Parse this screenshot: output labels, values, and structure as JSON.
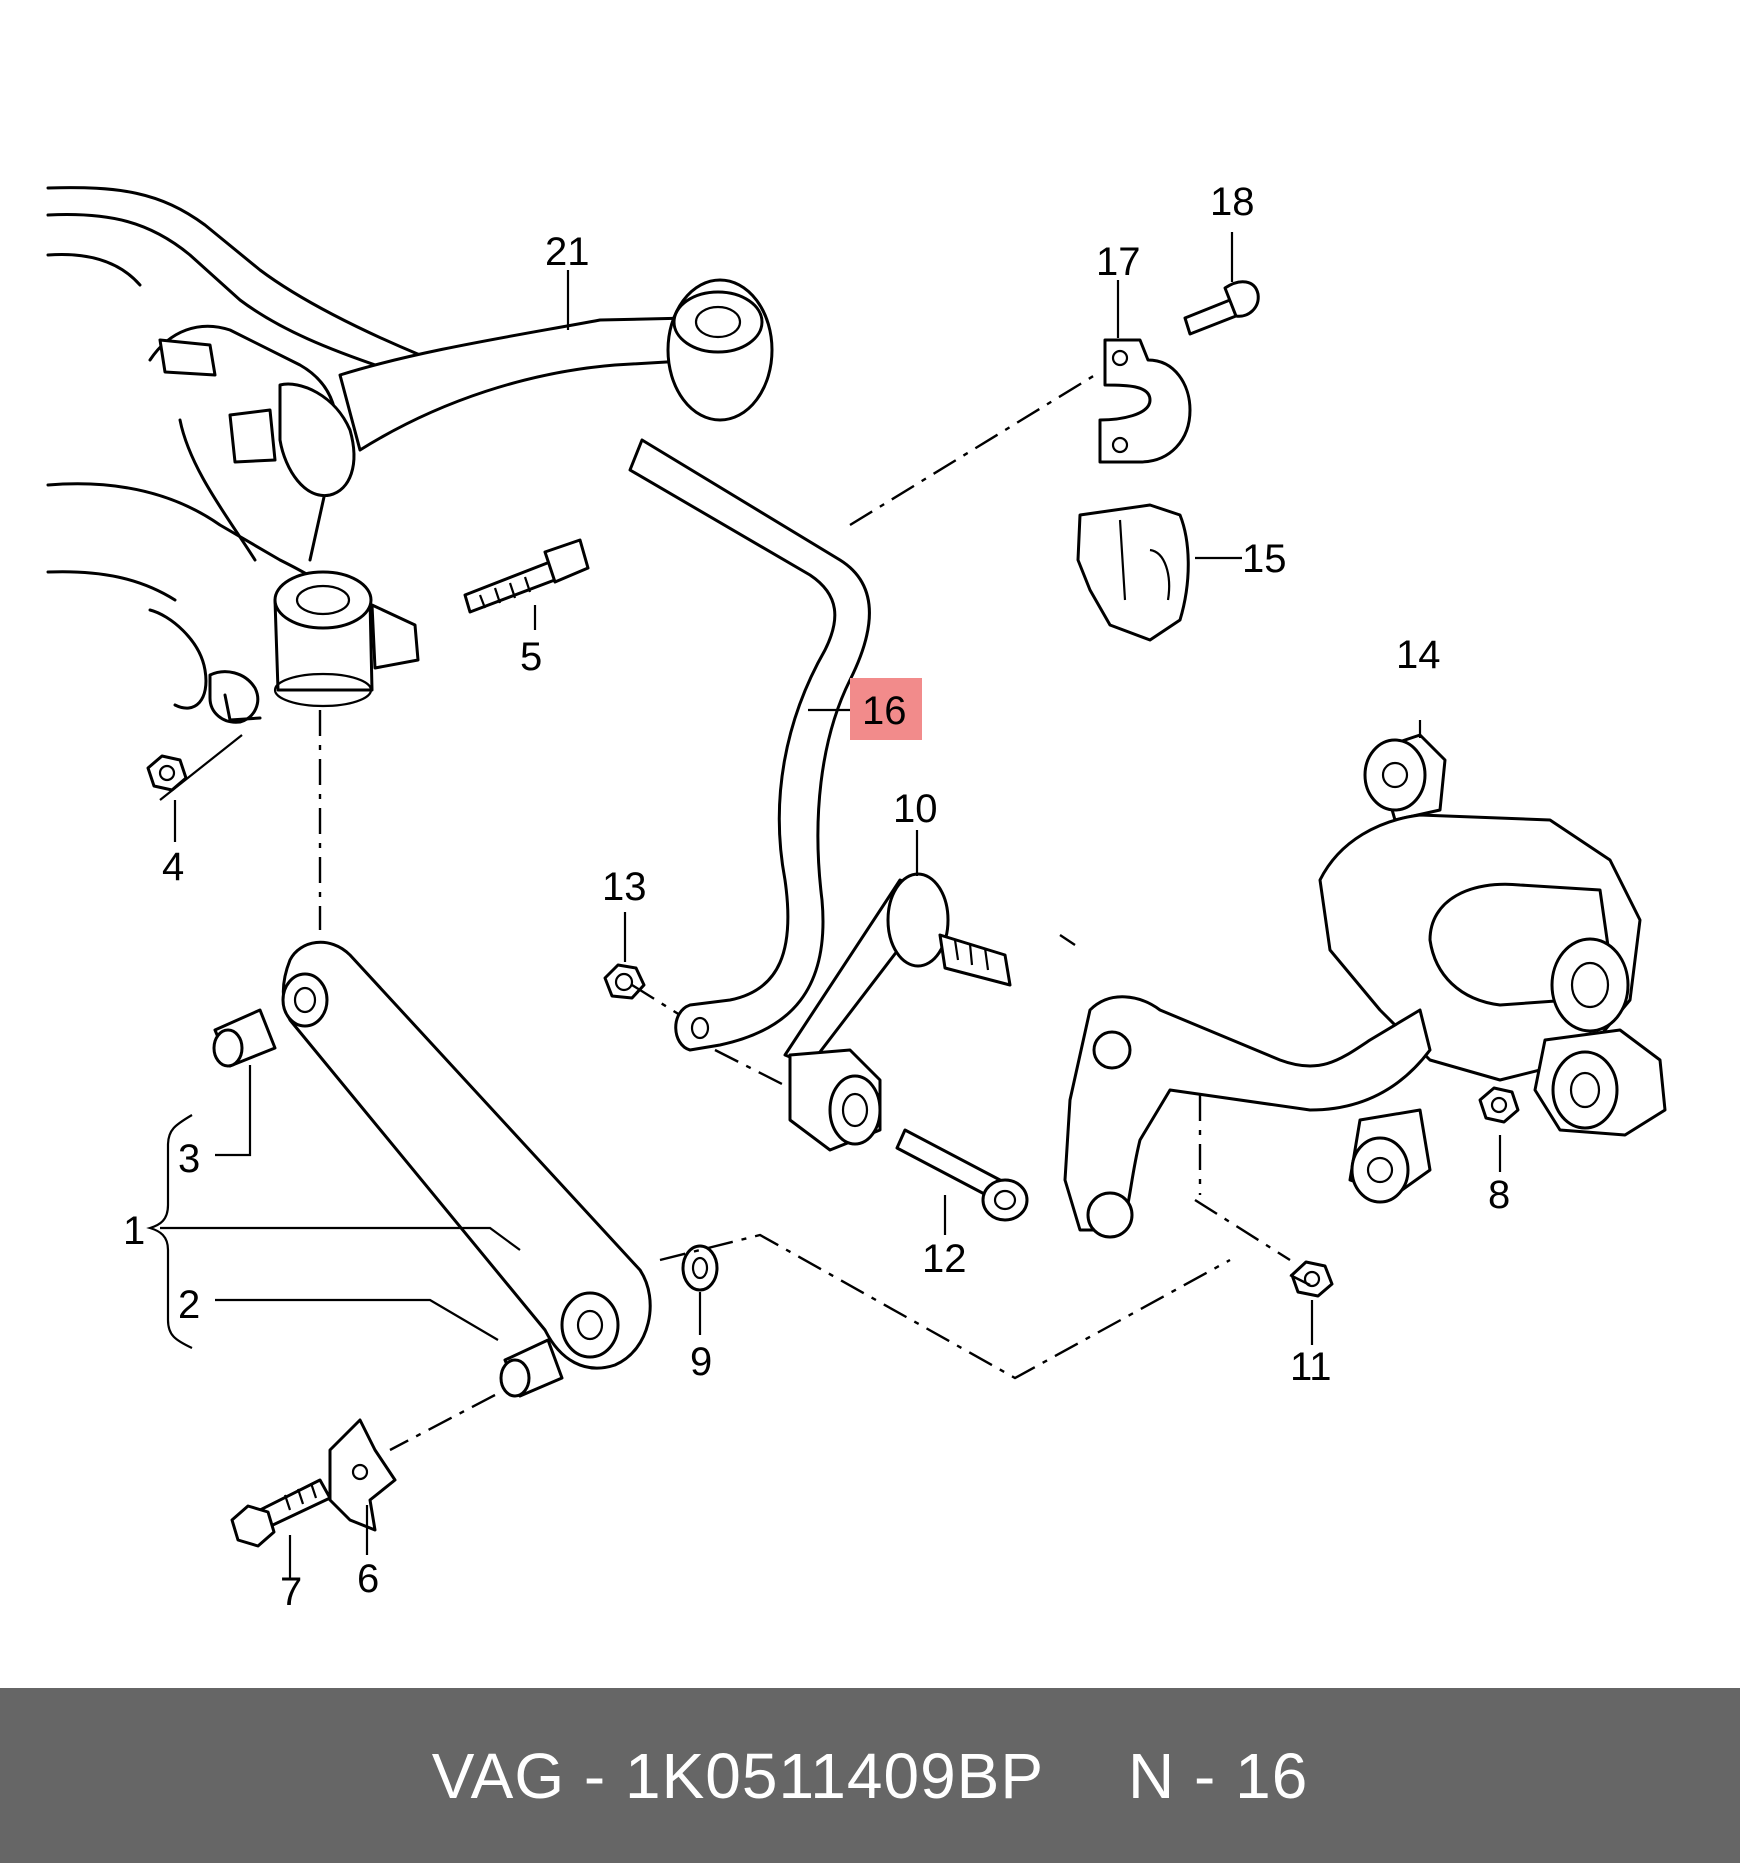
{
  "callouts": {
    "c1": "1",
    "c2": "2",
    "c3": "3",
    "c4": "4",
    "c5": "5",
    "c6": "6",
    "c7": "7",
    "c8": "8",
    "c9": "9",
    "c10": "10",
    "c11": "11",
    "c12": "12",
    "c13": "13",
    "c14": "14",
    "c15": "15",
    "c16": "16",
    "c17": "17",
    "c18": "18",
    "c21": "21"
  },
  "highlighted_callout": "16",
  "highlight_color": "#f28b8b",
  "footer": {
    "part_number": "VAG - 1K0511409BP",
    "position": "N - 16"
  },
  "footer_color": "#666666"
}
